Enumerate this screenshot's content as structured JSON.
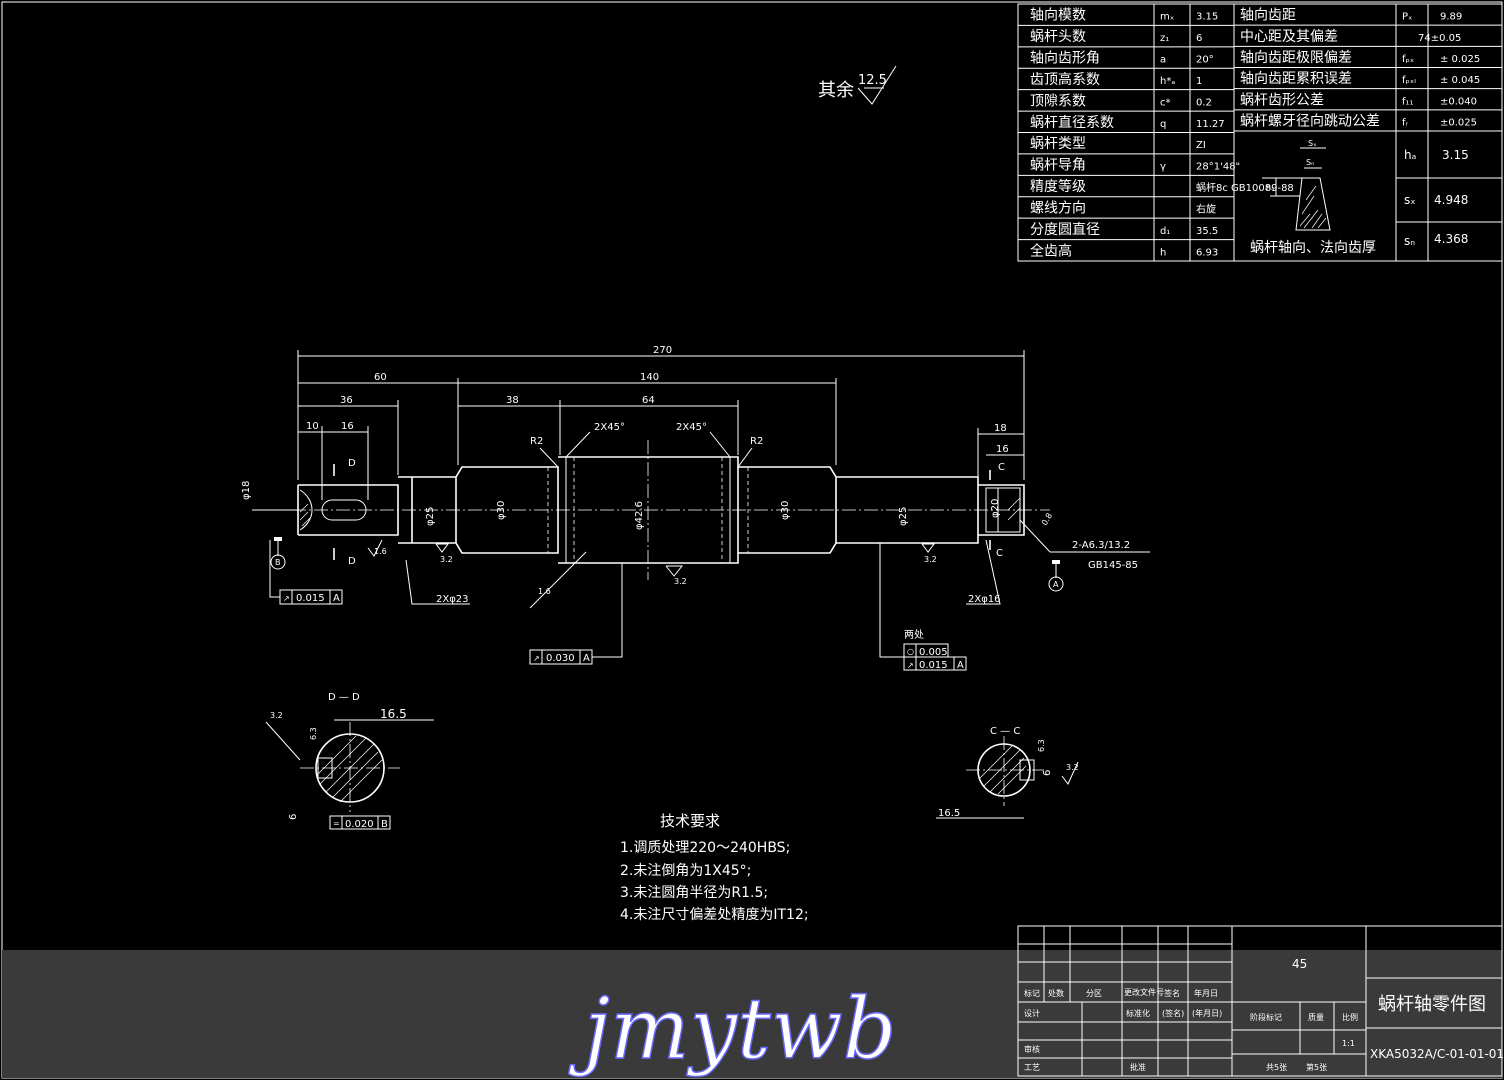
{
  "spec_table": {
    "left": [
      {
        "name": "轴向模数",
        "sym": "mₓ",
        "val": "3.15"
      },
      {
        "name": "蜗杆头数",
        "sym": "z₁",
        "val": "6"
      },
      {
        "name": "轴向齿形角",
        "sym": "a",
        "val": "20°"
      },
      {
        "name": "齿顶高系数",
        "sym": "h*ₐ",
        "val": "1"
      },
      {
        "name": "顶隙系数",
        "sym": "c*",
        "val": "0.2"
      },
      {
        "name": "蜗杆直径系数",
        "sym": "q",
        "val": "11.27"
      },
      {
        "name": "蜗杆类型",
        "sym": "",
        "val": "ZI"
      },
      {
        "name": "蜗杆导角",
        "sym": "γ",
        "val": "28°1'48\""
      },
      {
        "name": "精度等级",
        "sym": "",
        "val": "蜗杆8c GB10089-88"
      },
      {
        "name": "螺线方向",
        "sym": "",
        "val": "右旋"
      },
      {
        "name": "分度圆直径",
        "sym": "d₁",
        "val": "35.5"
      },
      {
        "name": "全齿高",
        "sym": "h",
        "val": "6.93"
      }
    ],
    "right_top": [
      {
        "name": "轴向齿距",
        "sym": "Pₓ",
        "val": "9.89"
      },
      {
        "name": "中心距及其偏差",
        "sym": "",
        "val": "74±0.05"
      },
      {
        "name": "轴向齿距极限偏差",
        "sym": "fₚₓ",
        "val": "± 0.025"
      },
      {
        "name": "轴向齿距累积误差",
        "sym": "fₚₓₗ",
        "val": "± 0.045"
      },
      {
        "name": "蜗杆齿形公差",
        "sym": "f₁₁",
        "val": "±0.040"
      },
      {
        "name": "蜗杆螺牙径向跳动公差",
        "sym": "fᵣ",
        "val": "±0.025"
      }
    ],
    "profile_caption": "蜗杆轴向、法向齿厚",
    "right_bottom": [
      {
        "sym": "hₐ",
        "val": "3.15"
      },
      {
        "sym": "sₓ",
        "val": "4.948"
      },
      {
        "sym": "sₙ",
        "val": "4.368"
      }
    ],
    "profile_labels": {
      "sx": "Sₓ",
      "sn": "Sₙ",
      "ha": "hₐ"
    }
  },
  "roughness_note": {
    "label": "其余",
    "value": "12.5"
  },
  "dimensions": {
    "d270": "270",
    "d60": "60",
    "d140": "140",
    "d36": "36",
    "d38": "38",
    "d64": "64",
    "d10": "10",
    "d16a": "16",
    "d18": "18",
    "d16b": "16",
    "chamfer1": "2X45°",
    "chamfer2": "2X45°",
    "r2a": "R2",
    "r2b": "R2",
    "phi18": "φ18",
    "phi25a": "φ25",
    "phi30a": "φ30",
    "phi42": "φ42.6",
    "phi30b": "φ30",
    "phi25b": "φ25",
    "phi20": "φ20",
    "phi23": "2Xφ23",
    "phi16": "2Xφ16",
    "center_hole": "2-A6.3/13.2",
    "center_std": "GB145-85",
    "r16": "1.6",
    "r16b": "1.6",
    "r32a": "3.2",
    "r32b": "3.2",
    "r32c": "3.2",
    "r08": "0.8",
    "sec_d": "D",
    "sec_c": "C"
  },
  "tolerances": {
    "t1": {
      "sym": "↗",
      "val": "0.015",
      "ref": "A"
    },
    "t2": {
      "sym": "↗",
      "val": "0.030",
      "ref": "A"
    },
    "t3_label": "两处",
    "t3a": {
      "sym": "○",
      "val": "0.005"
    },
    "t3b": {
      "sym": "↗",
      "val": "0.015",
      "ref": "A"
    },
    "t4": {
      "sym": "=",
      "val": "0.020",
      "ref": "B"
    },
    "datum_a": "A",
    "datum_b": "B"
  },
  "section_dd": {
    "title": "D — D",
    "width": "16.5",
    "depth": "6",
    "r1": "3.2",
    "r2": "6.3"
  },
  "section_cc": {
    "title": "C — C",
    "width": "16.5",
    "depth": "6",
    "r1": "3.2",
    "r2": "6.3"
  },
  "tech_requirements": {
    "title": "技术要求",
    "items": [
      "1.调质处理220～240HBS;",
      "2.未注倒角为1X45°;",
      "3.未注圆角半径为R1.5;",
      "4.未注尺寸偏差处精度为IT12;"
    ]
  },
  "title_block": {
    "material": "45",
    "drawing_name": "蜗杆轴零件图",
    "drawing_no": "XKA5032A/C-01-01-01",
    "labels": {
      "biaoji": "标记",
      "chushu": "处数",
      "fenqu": "分区",
      "gengai": "更改文件号",
      "qianming": "签名",
      "nianyueri": "年月日",
      "sheji": "设计",
      "biaozhunhua": "标准化",
      "qianming2": "(签名)",
      "nianyueri2": "(年月日)",
      "shenhe": "审核",
      "gongyi": "工艺",
      "pizhun": "批准",
      "jieduan": "阶段标记",
      "zhongliang": "质量",
      "bili": "比例",
      "bili_val": "1:1",
      "gong": "共5张",
      "di": "第5张"
    }
  },
  "watermark": "jmytwb",
  "colors": {
    "background": "#000000",
    "lines": "#ffffff",
    "bottom_band": "#3a3a3a",
    "watermark": "#ffffff",
    "watermark_glow": "#5a5aff"
  }
}
